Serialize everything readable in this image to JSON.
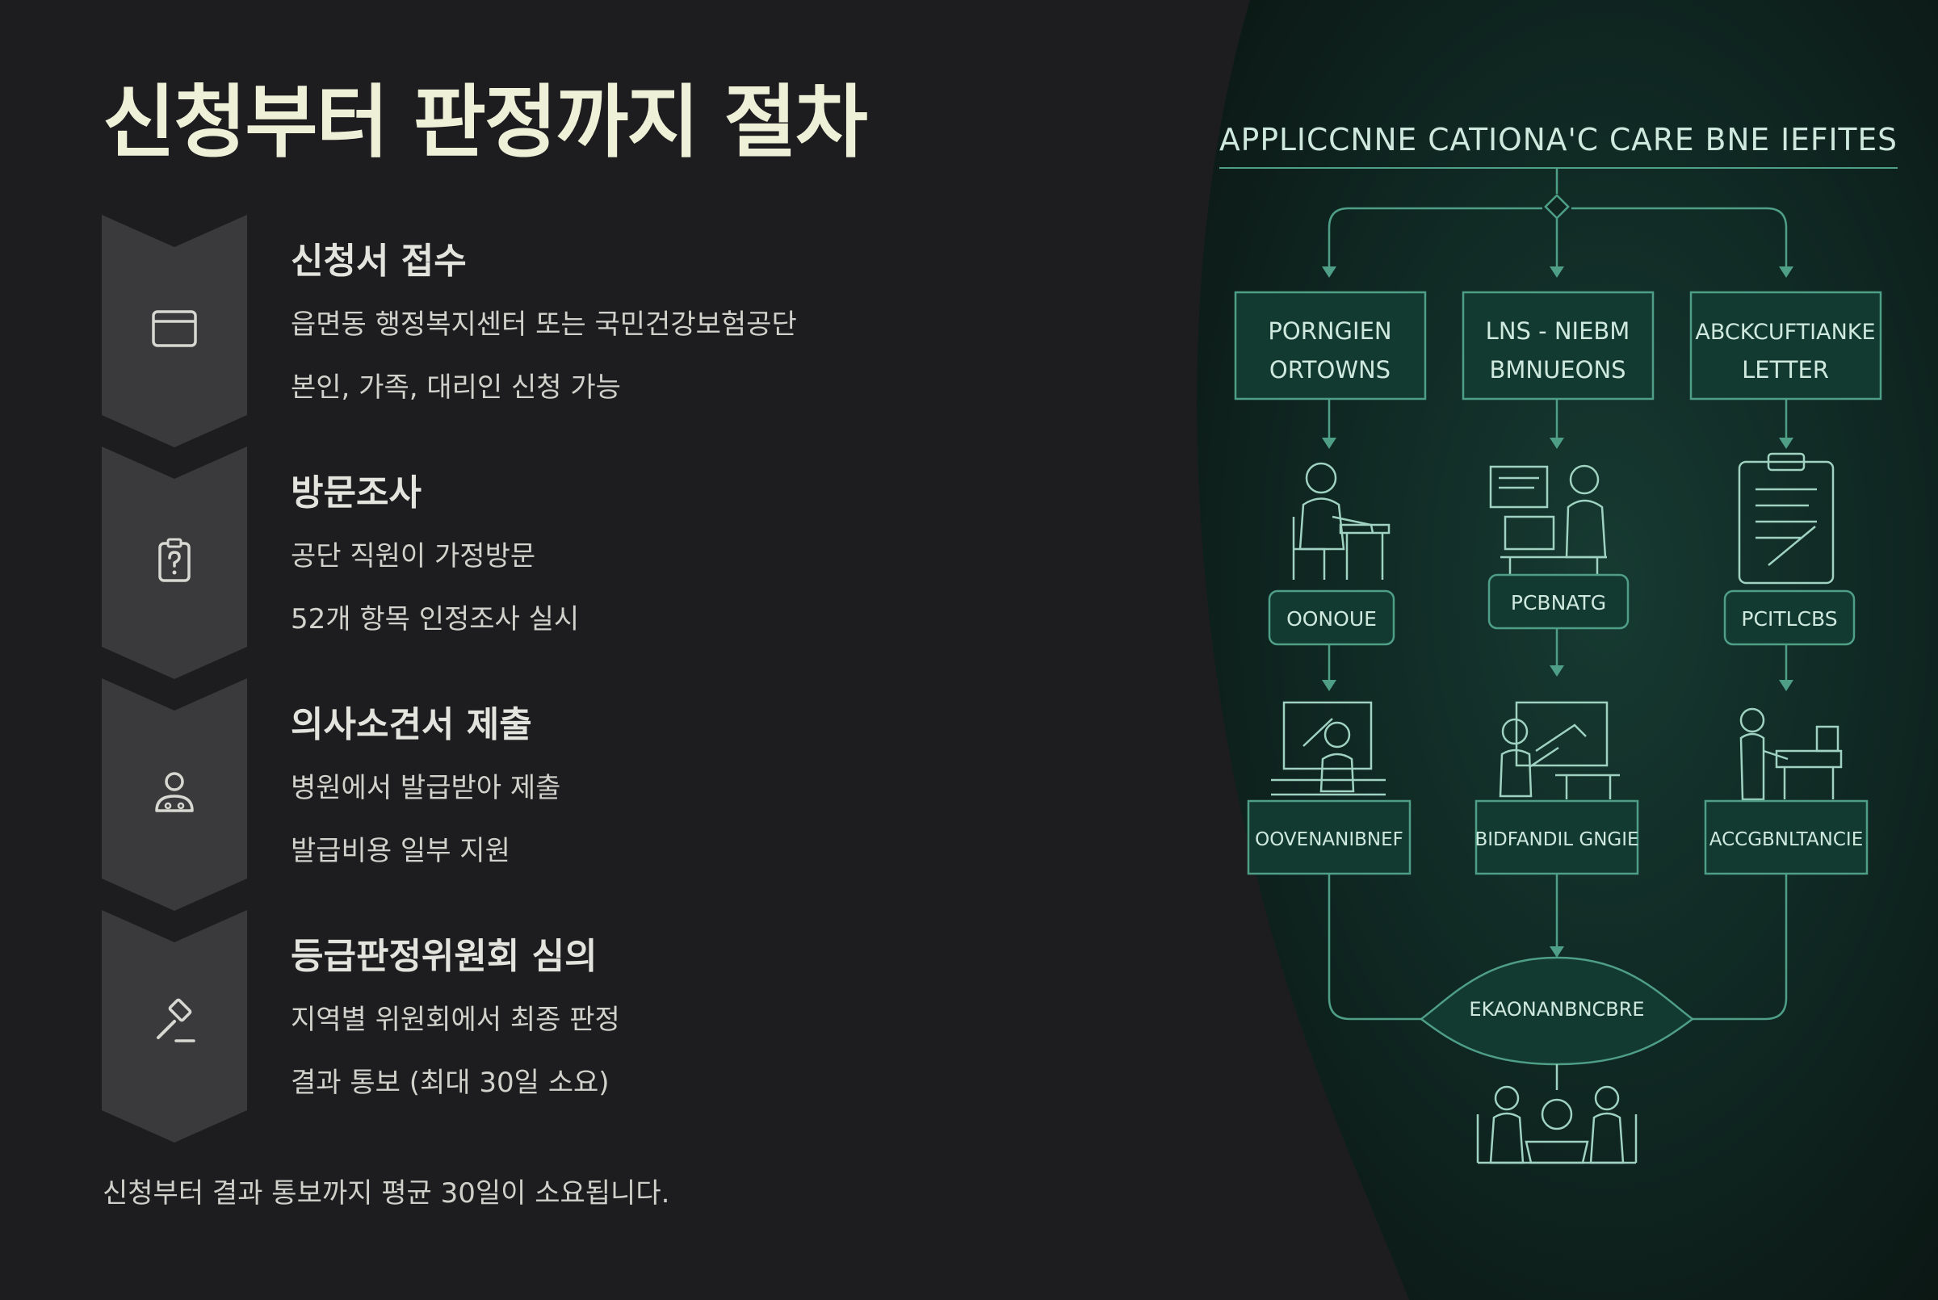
{
  "title": "신청부터 판정까지 절차",
  "steps": [
    {
      "title": "신청서 접수",
      "lines": [
        "읍면동 행정복지센터 또는 국민건강보험공단",
        "본인, 가족, 대리인 신청 가능"
      ],
      "icon": "browser-window-icon"
    },
    {
      "title": "방문조사",
      "lines": [
        "공단 직원이 가정방문",
        "52개 항목 인정조사 실시"
      ],
      "icon": "clipboard-question-icon"
    },
    {
      "title": "의사소견서 제출",
      "lines": [
        "병원에서 발급받아 제출",
        "발급비용 일부 지원"
      ],
      "icon": "doctor-stethoscope-icon"
    },
    {
      "title": "등급판정위원회 심의",
      "lines": [
        "지역별 위원회에서 최종 판정",
        "결과 통보 (최대 30일 소요)"
      ],
      "icon": "gavel-icon"
    }
  ],
  "footer_note": "신청부터 결과 통보까지 평균 30일이 소요됩니다.",
  "illustration": {
    "heading": "APPLICCNNE CATIONA'C CARE BNE ΙΕFΙΤES",
    "boxes_row1": [
      {
        "line1": "PORNGIEN",
        "line2": "ORTOWNS"
      },
      {
        "line1": "LNS - ΝΙΕΒΜ",
        "line2": "BMNUEONS"
      },
      {
        "line1": "ABCKCUFTIANKE",
        "line2": "LETTER"
      }
    ],
    "tags_row2": [
      "OONOUE",
      "PCBNATG",
      "PCITLCBS"
    ],
    "boxes_row3": [
      "OOVENANIBNEF",
      "BIDFANDIL GNGIE",
      "ACCGBNLTANCIE"
    ],
    "center_label": "EKAONANBNCBRE"
  },
  "colors": {
    "background": "#1d1d1f",
    "panel": "#0f1a17",
    "chevron": "#3a3a3c",
    "title": "#eef0d8",
    "accent_line": "#4e9f86"
  }
}
